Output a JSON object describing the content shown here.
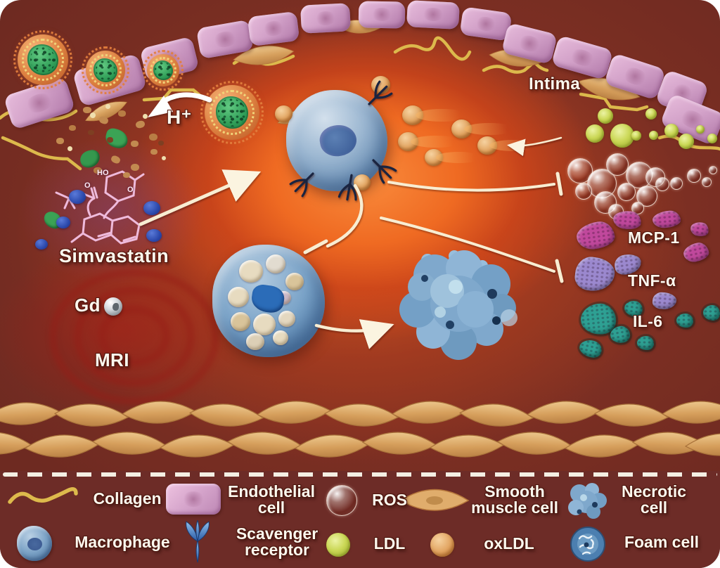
{
  "scene": {
    "intima_label": "Intima",
    "h_plus_label": "H⁺",
    "simvastatin_label": "Simvastatin",
    "gd_label": "Gd",
    "mri_label": "MRI",
    "mcp1_label": "MCP-1",
    "tnf_label": "TNF-α",
    "il6_label": "IL-6",
    "molecule": {
      "ho": "HO",
      "o_ring": "O",
      "o_ester": "O"
    }
  },
  "legend": {
    "items": [
      {
        "label": "Collagen",
        "icon": "collagen-icon"
      },
      {
        "label": "Endothelial cell",
        "icon": "endothelial-cell-icon"
      },
      {
        "label": "ROS",
        "icon": "ros-icon"
      },
      {
        "label": "Smooth muscle cell",
        "icon": "smooth-muscle-cell-icon"
      },
      {
        "label": "Necrotic cell",
        "icon": "necrotic-cell-icon"
      },
      {
        "label": "Macrophage",
        "icon": "macrophage-icon"
      },
      {
        "label": "Scavenger receptor",
        "icon": "scavenger-receptor-icon"
      },
      {
        "label": "LDL",
        "icon": "ldl-icon"
      },
      {
        "label": "oxLDL",
        "icon": "oxldl-icon"
      },
      {
        "label": "Foam cell",
        "icon": "foam-cell-icon"
      }
    ]
  },
  "colors": {
    "background_maroon": "#7c2f23",
    "plaque_glow_orange": "#ef6a22",
    "legend_band": "#6d2c27",
    "endothelial_pink": "#d3a2c9",
    "smooth_muscle_tan": "#dba565",
    "collagen_yellow": "#dcb94c",
    "macrophage_blue": "#7497bb",
    "nanoparticle_shell_orange": "#dd8040",
    "nanoparticle_core_green": "#2f9d57",
    "ldl_green_yellow": "#cbd857",
    "oxldl_orange": "#e2a562",
    "mcp1_magenta": "#c0489c",
    "tnf_purple": "#9b88ce",
    "il6_teal": "#2ea093",
    "arrow_cream": "#f8edd2",
    "text_white": "#fcf8ee"
  }
}
